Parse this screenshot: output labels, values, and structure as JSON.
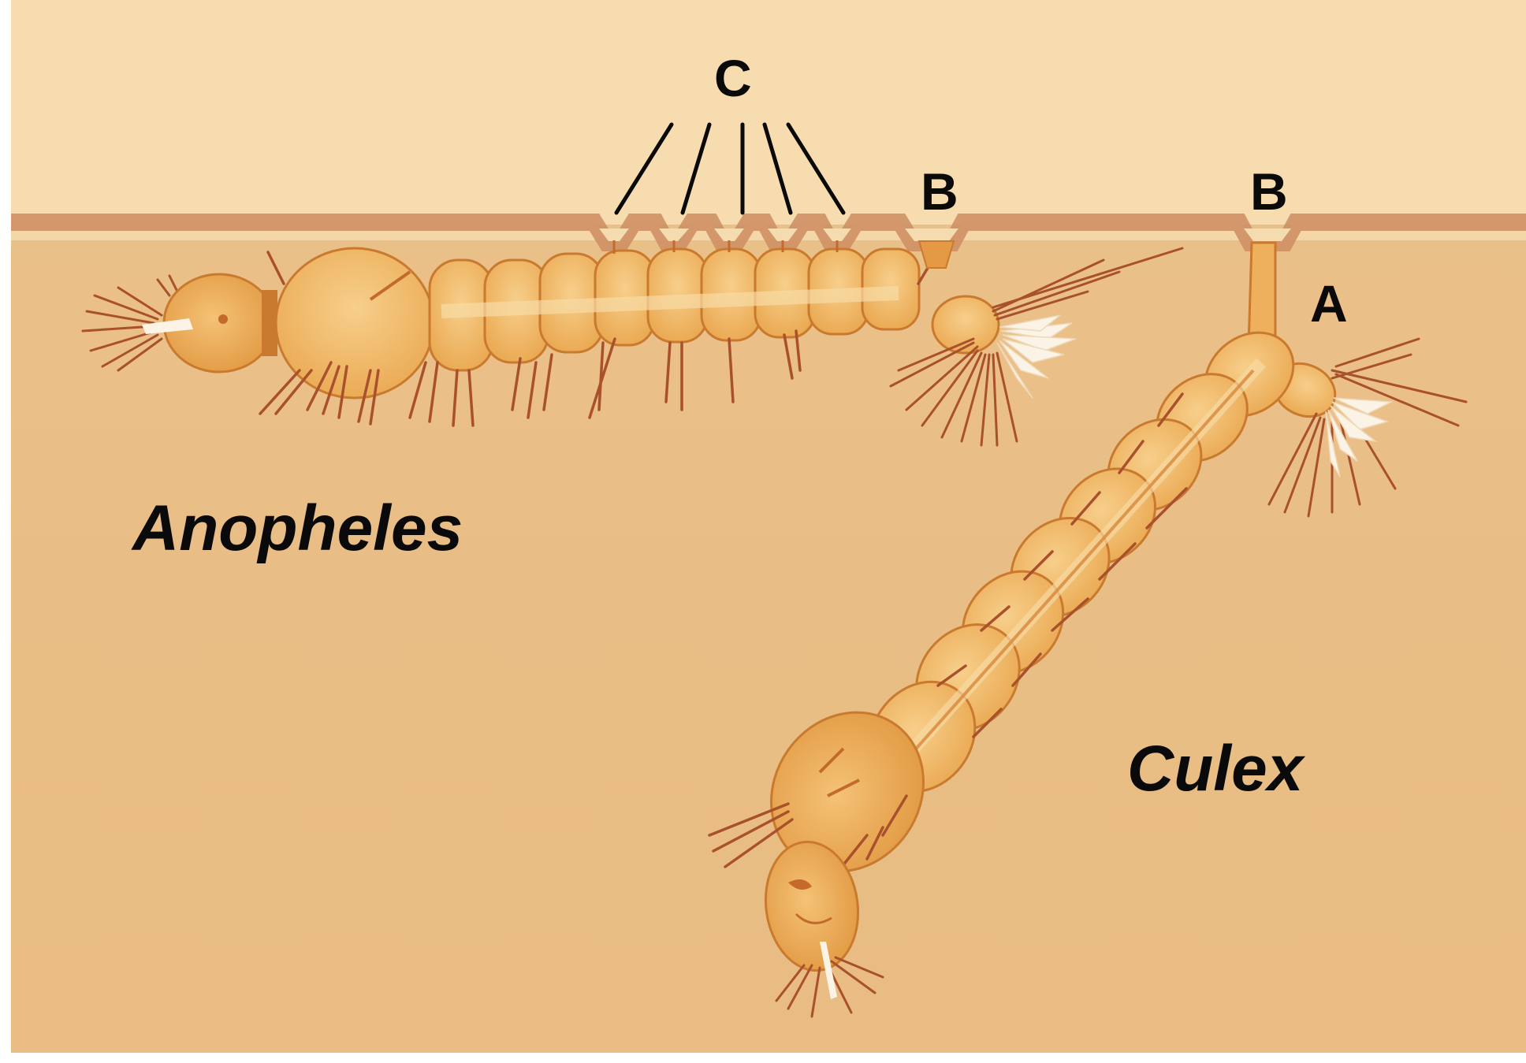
{
  "colors": {
    "air": "#f6dcae",
    "water": "#e9bd82",
    "surface_line": "#cf9064",
    "body": "#efb15c",
    "body_dark": "#d98a35",
    "segment_edge": "#c97a2e",
    "hair": "#a9502c",
    "white_tuft": "#fbf4e6",
    "label": "#0a0a0a"
  },
  "labels": {
    "c": "C",
    "b_anopheles": "B",
    "b_culex": "B",
    "a": "A",
    "anopheles": "Anopheles",
    "culex": "Culex"
  }
}
